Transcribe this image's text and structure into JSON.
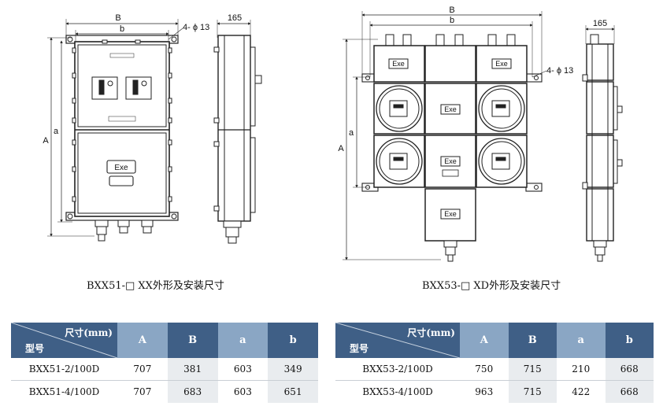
{
  "drawing_text": {
    "left_B": "B",
    "left_b": "b",
    "left_hole": "4- ϕ 13",
    "left_depth": "165",
    "left_A": "A",
    "left_a": "a",
    "left_exe": "Exe",
    "right_B": "B",
    "right_b": "b",
    "right_hole": "4- ϕ 13",
    "right_depth": "165",
    "right_A": "A",
    "right_a": "a",
    "exe": "Exe"
  },
  "captions": {
    "left": "BXX51-□ XX外形及安装尺寸",
    "right": "BXX53-□ XD外形及安装尺寸"
  },
  "tables": {
    "left": {
      "header_top": "尺寸(mm)",
      "header_bottom": "型号",
      "columns": [
        "A",
        "B",
        "a",
        "b"
      ],
      "rows": [
        {
          "model": "BXX51-2/100D",
          "values": [
            "707",
            "381",
            "603",
            "349"
          ]
        },
        {
          "model": "BXX51-4/100D",
          "values": [
            "707",
            "683",
            "603",
            "651"
          ]
        }
      ]
    },
    "right": {
      "header_top": "尺寸(mm)",
      "header_bottom": "型号",
      "columns": [
        "A",
        "B",
        "a",
        "b"
      ],
      "rows": [
        {
          "model": "BXX53-2/100D",
          "values": [
            "750",
            "715",
            "210",
            "668"
          ]
        },
        {
          "model": "BXX53-4/100D",
          "values": [
            "963",
            "715",
            "422",
            "668"
          ]
        }
      ]
    }
  }
}
